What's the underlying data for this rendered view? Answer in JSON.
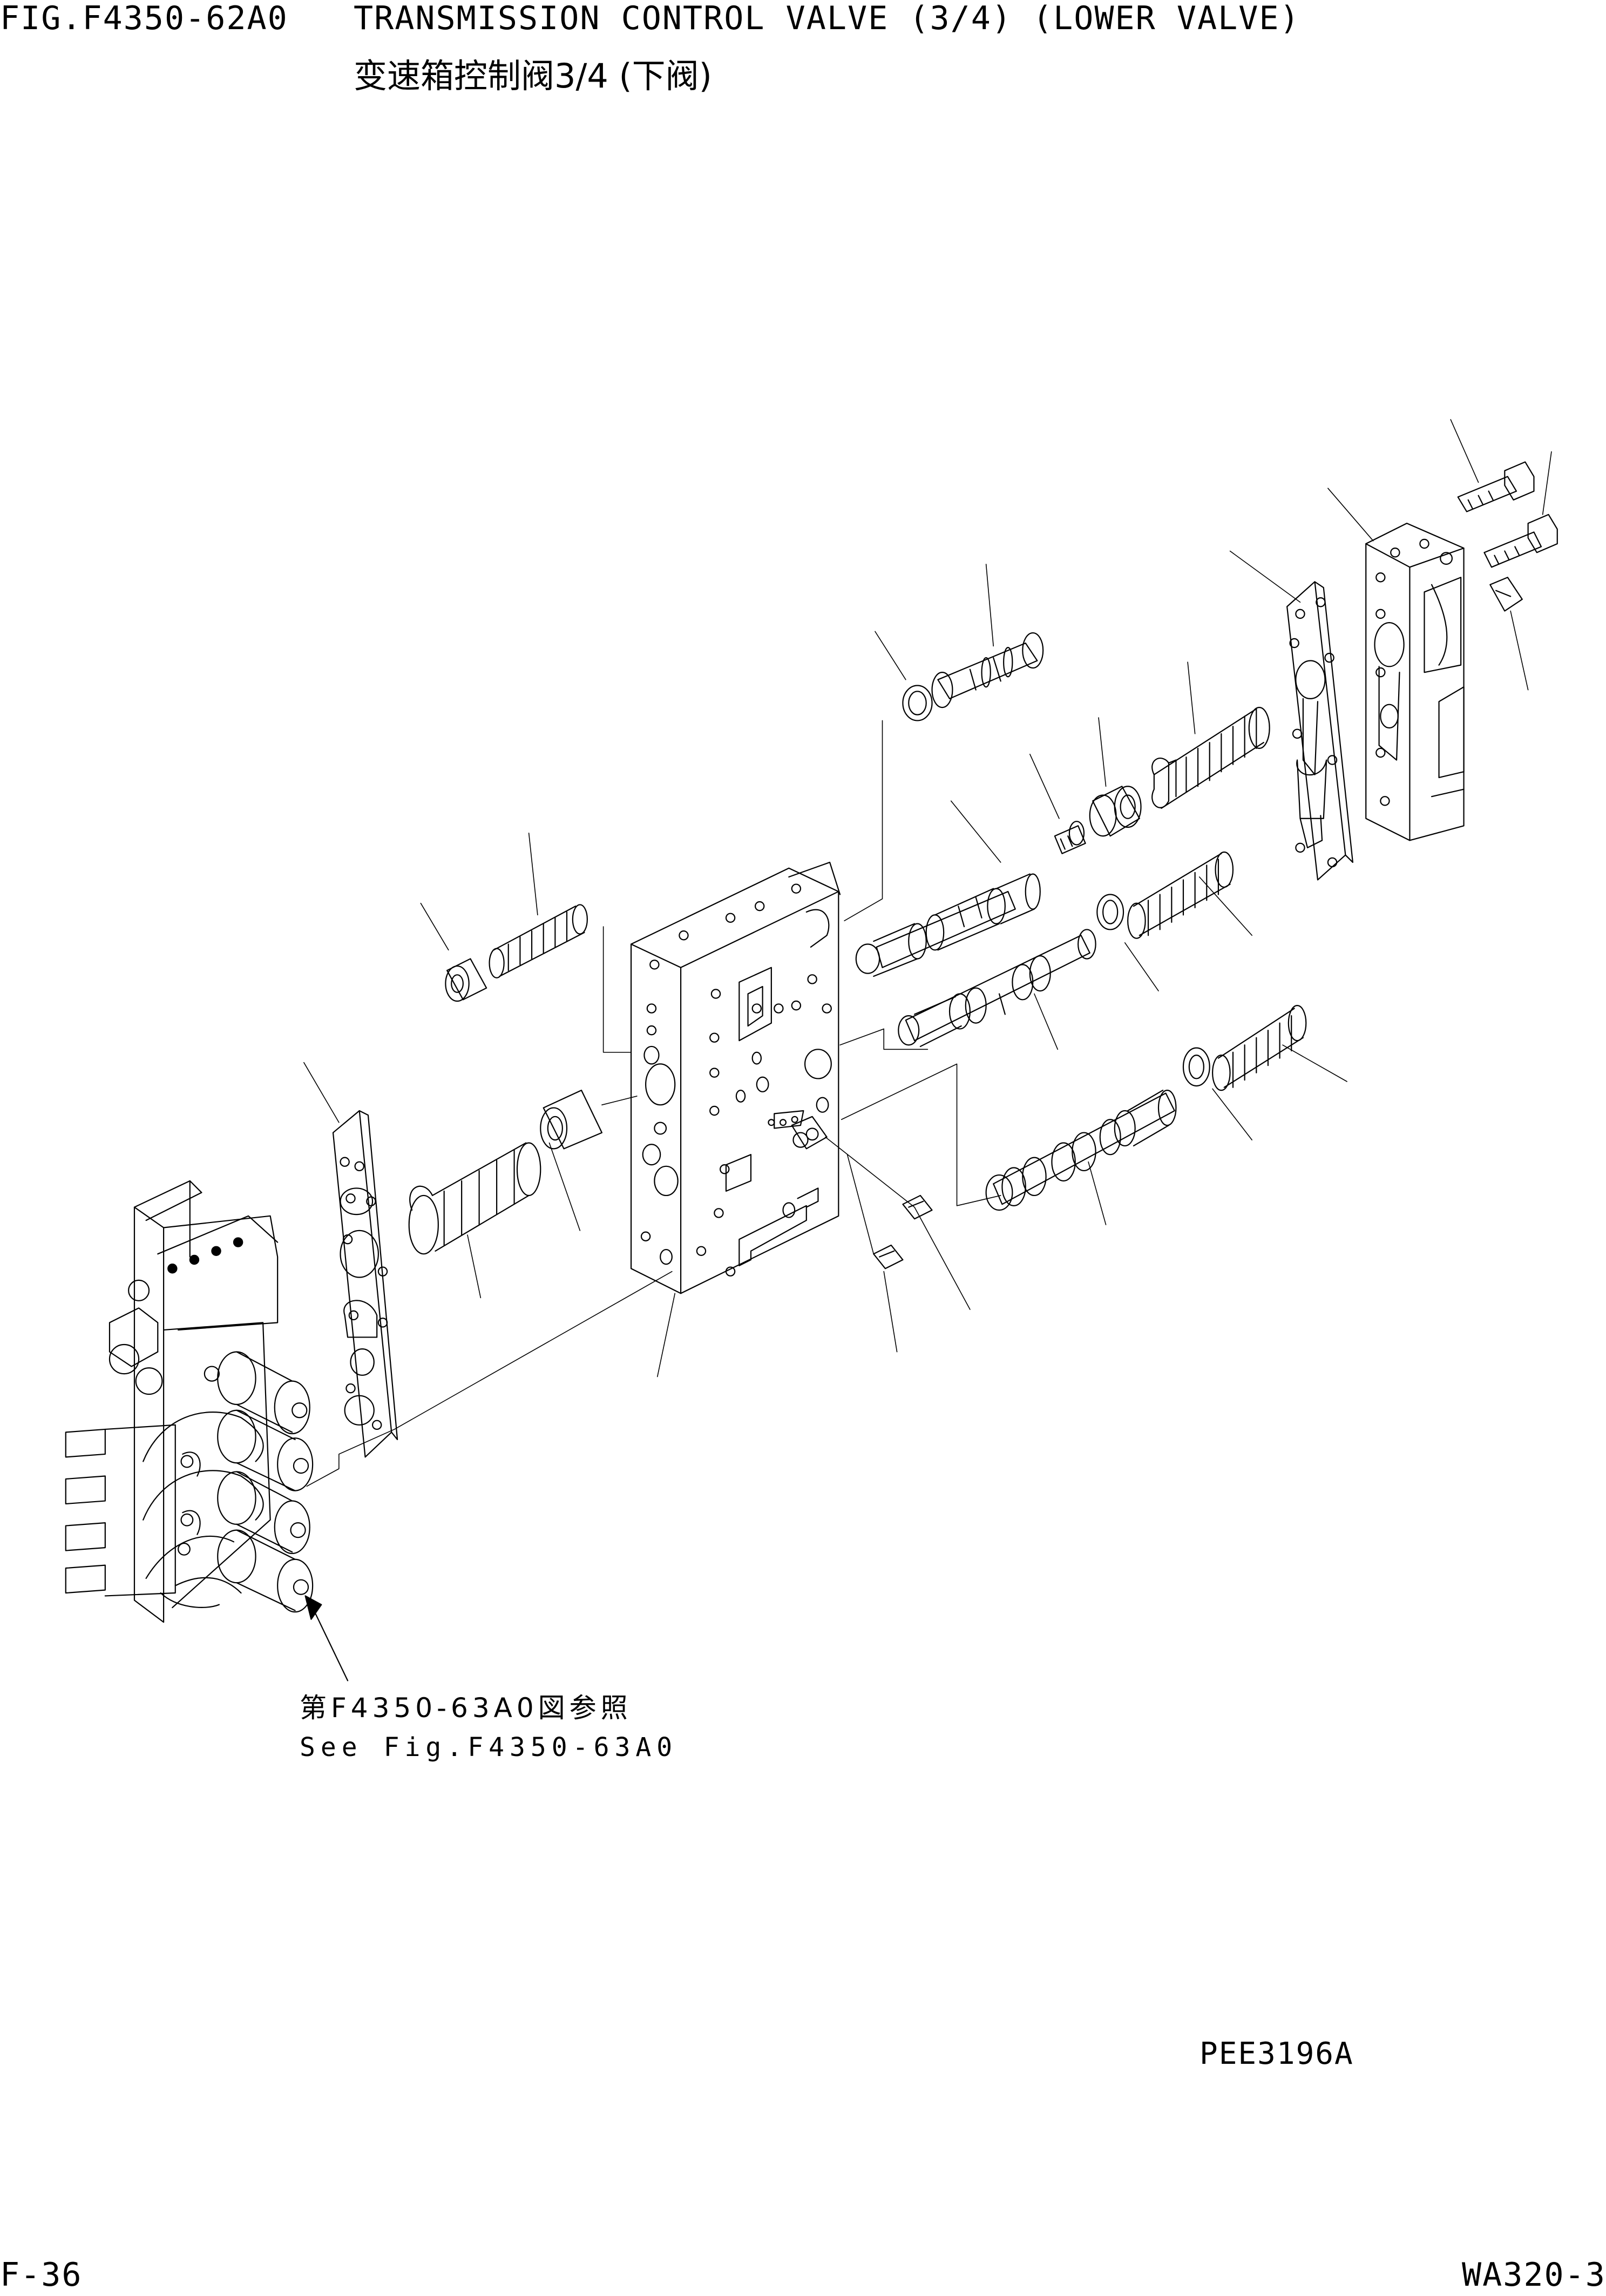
{
  "header": {
    "fig_number": "FIG.F4350-62A0",
    "title": "TRANSMISSION CONTROL VALVE (3/4) (LOWER VALVE)",
    "title_zh": "变速箱控制阀3/4 (下阀)"
  },
  "reference": {
    "zh": "第F4350-63A0図参照",
    "en": "See Fig.F4350-63A0"
  },
  "drawing_code": "PEE3196A",
  "footer": {
    "page": "F-36",
    "model": "WA320-3"
  }
}
